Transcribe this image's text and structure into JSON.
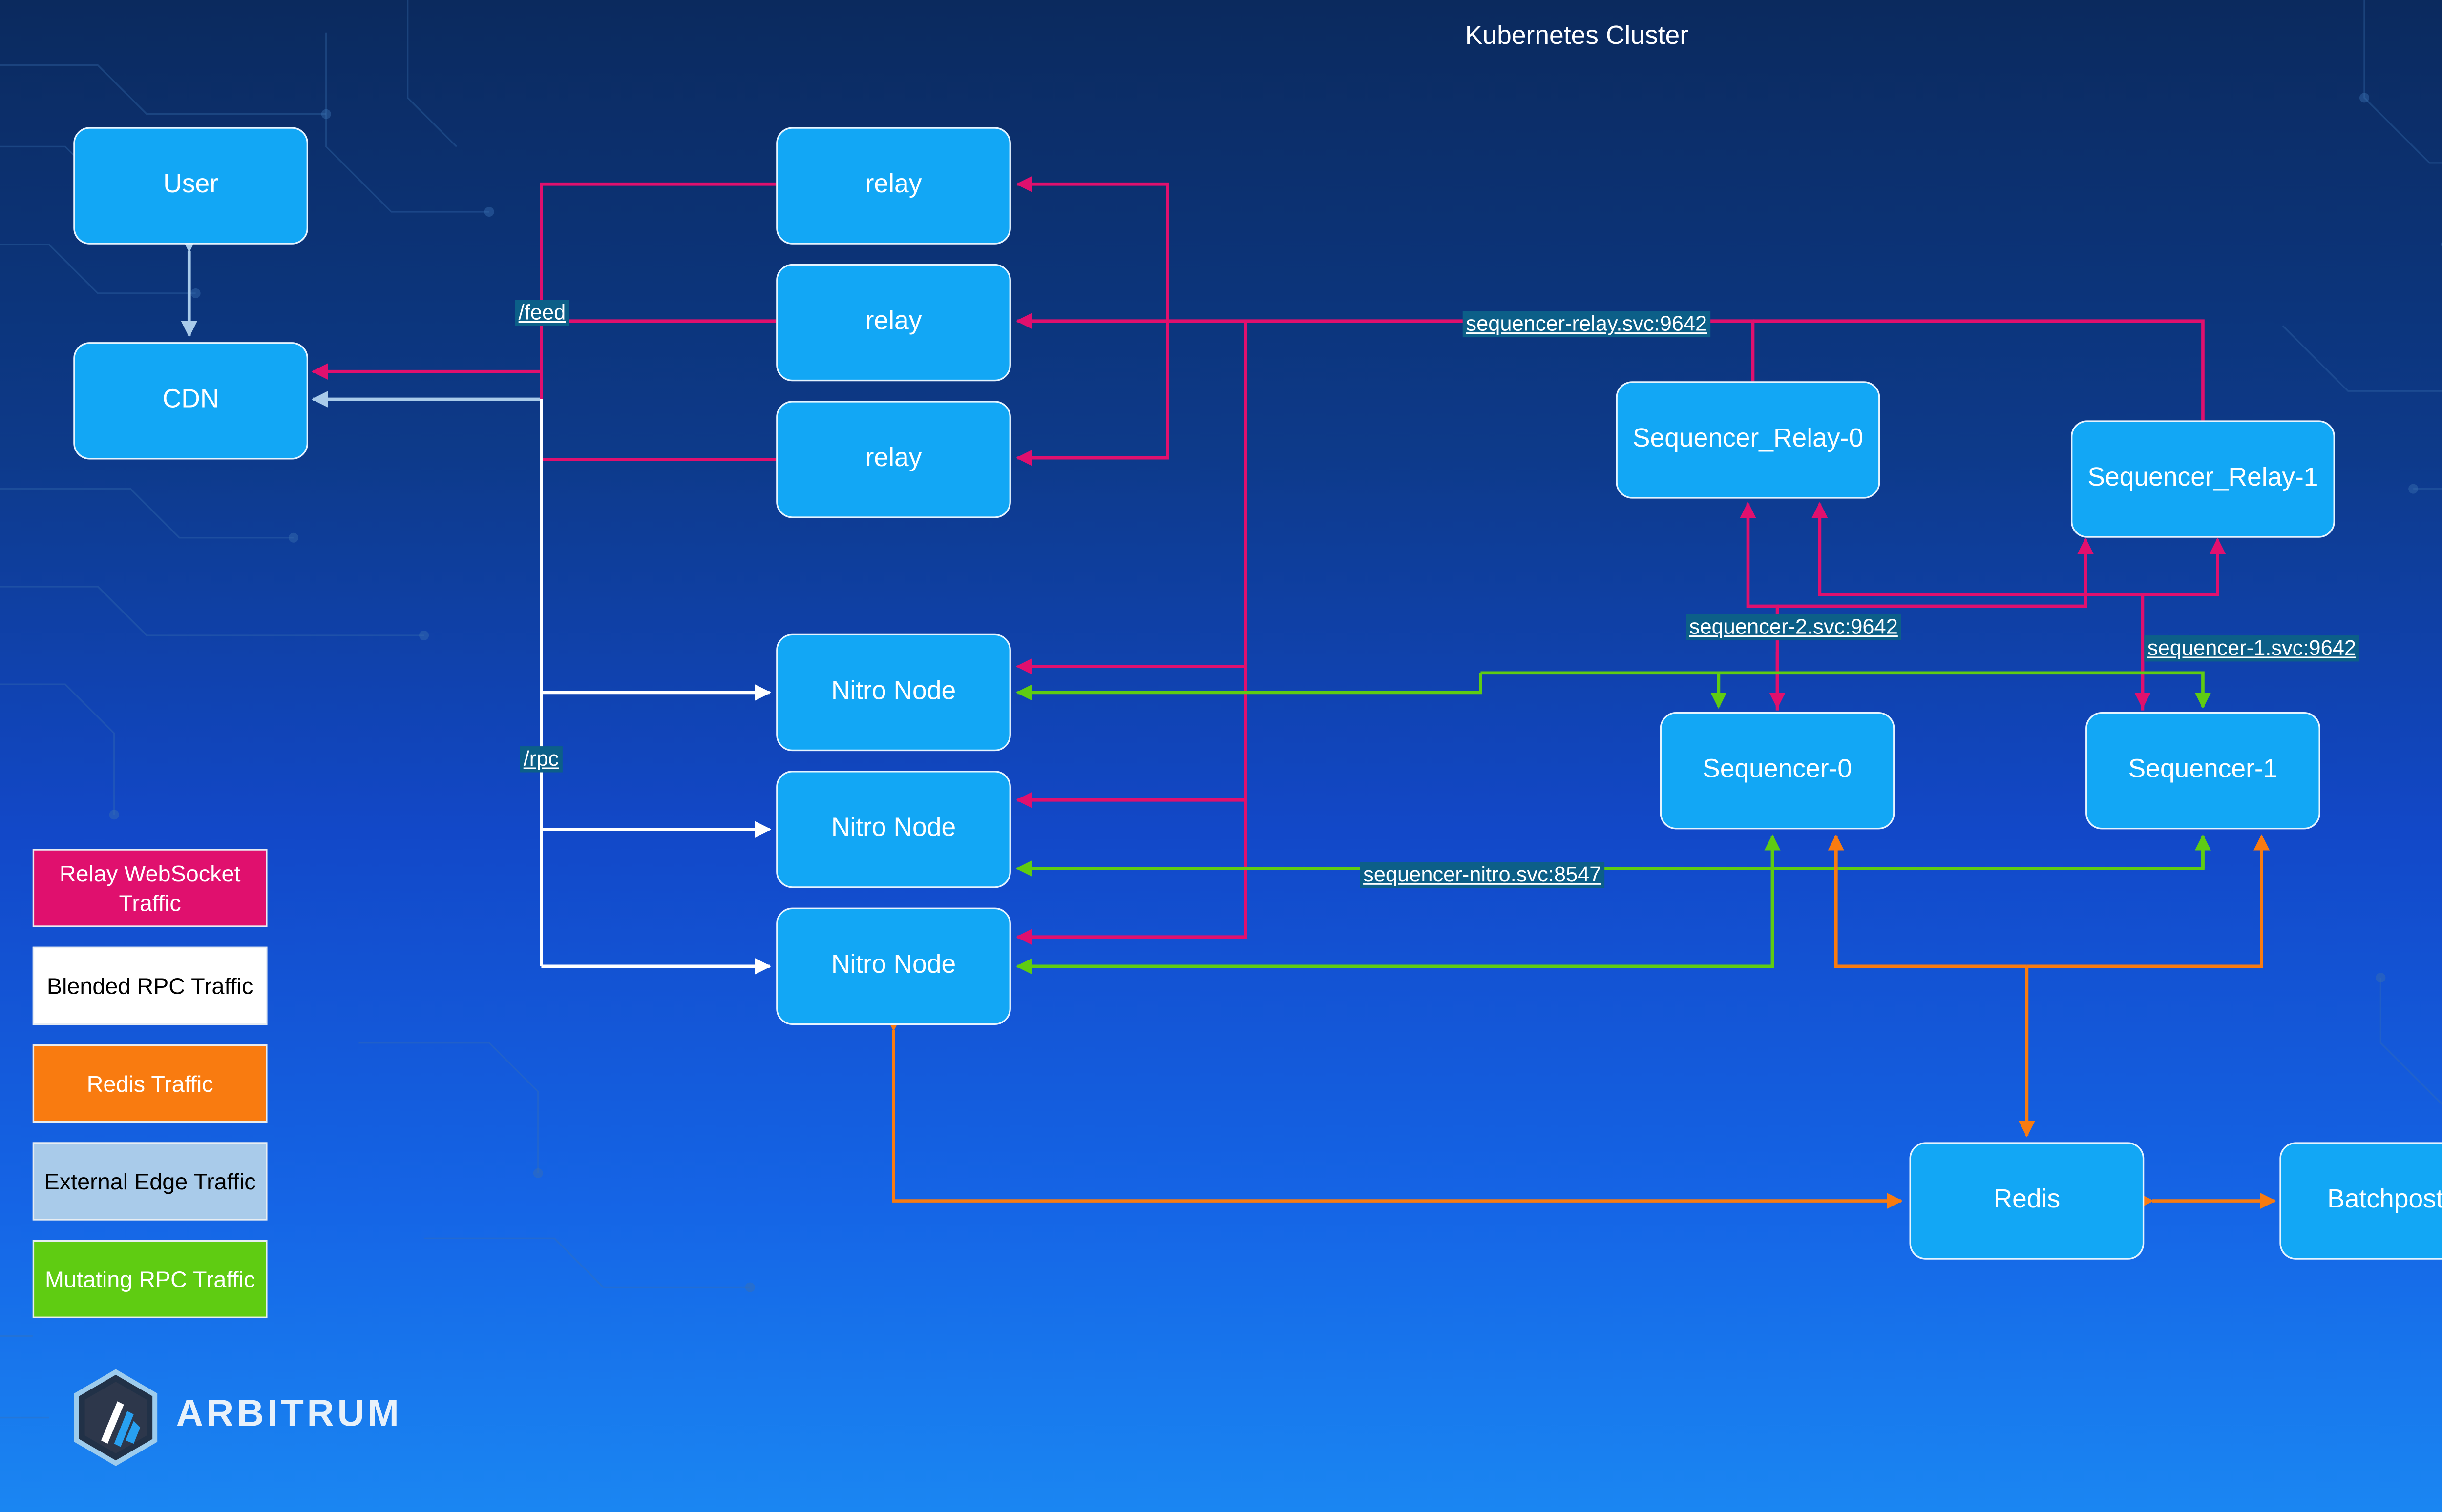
{
  "title": "Kubernetes Cluster",
  "nodes": {
    "user": "User",
    "cdn": "CDN",
    "relay_0": "relay",
    "relay_1": "relay",
    "relay_2": "relay",
    "nitro_0": "Nitro Node",
    "nitro_1": "Nitro Node",
    "nitro_2": "Nitro Node",
    "sequencer_relay_0": "Sequencer_Relay-0",
    "sequencer_relay_1": "Sequencer_Relay-1",
    "sequencer_0": "Sequencer-0",
    "sequencer_1": "Sequencer-1",
    "redis": "Redis",
    "batchposter": "Batchposter"
  },
  "edge_labels": {
    "feed": "/feed",
    "rpc": "/rpc",
    "sequencer_relay_svc": "sequencer-relay.svc:9642",
    "sequencer_2_svc": "sequencer-2.svc:9642",
    "sequencer_1_svc": "sequencer-1.svc:9642",
    "sequencer_nitro_svc": "sequencer-nitro.svc:8547"
  },
  "legend": [
    {
      "label": "Relay WebSocket Traffic",
      "color": "#e0106e",
      "text_color": "#ffffff"
    },
    {
      "label": "Blended RPC Traffic",
      "color": "#ffffff",
      "text_color": "#000000"
    },
    {
      "label": "Redis Traffic",
      "color": "#f97b10",
      "text_color": "#ffffff"
    },
    {
      "label": "External Edge Traffic",
      "color": "#a9cbea",
      "text_color": "#000000"
    },
    {
      "label": "Mutating RPC Traffic",
      "color": "#5fcc12",
      "text_color": "#ffffff"
    }
  ],
  "colors": {
    "relay_websocket": "#e0106e",
    "blended_rpc": "#ffffff",
    "redis": "#f97b10",
    "external_edge": "#a9cbea",
    "mutating_rpc": "#5fcc12",
    "node_fill": "#12a7f5"
  },
  "logo": {
    "text": "ARBITRUM",
    "icon": "arbitrum-logo-icon"
  }
}
